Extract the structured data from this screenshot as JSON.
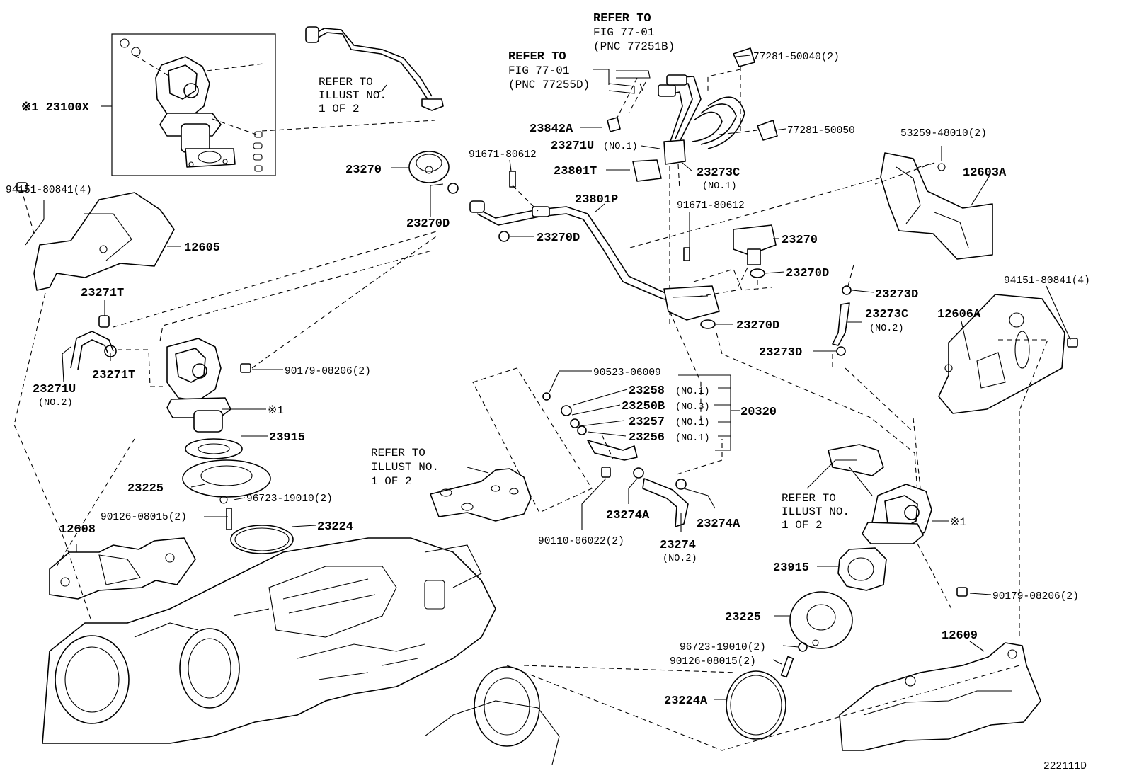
{
  "diagram_id": "222111D",
  "callouts": {
    "pump_assy_left": "※1 23100X",
    "refer_illust_top_l1": "REFER TO",
    "refer_illust_top_l2": "ILLUST NO.",
    "refer_illust_top_l3": "1 OF 2",
    "refer_fig_top_l1": "REFER TO",
    "refer_fig_top_l2": "FIG 77-01",
    "refer_fig_top_l3": "(PNC 77251B)",
    "refer_fig_mid_l1": "REFER TO",
    "refer_fig_mid_l2": "FIG 77-01",
    "refer_fig_mid_l3": "(PNC 77255D)",
    "p_77281_50040": "77281-50040(2)",
    "p_77281_50050": "77281-50050",
    "p_53259_48010": "53259-48010(2)",
    "p_12603A": "12603A",
    "p_23842A": "23842A",
    "p_23271U_no1": "23271U",
    "p_23271U_no1_sfx": "(NO.1)",
    "p_23801T": "23801T",
    "p_23273C_no1": "23273C",
    "p_23273C_no1_sfx": "(NO.1)",
    "p_23270_top": "23270",
    "p_91671_80612_top": "91671-80612",
    "p_23801P": "23801P",
    "p_23270D_a": "23270D",
    "p_23270D_b": "23270D",
    "p_94151_80841_left": "94151-80841(4)",
    "p_12605": "12605",
    "p_91671_80612_right": "91671-80612",
    "p_23270_right": "23270",
    "p_23270D_c": "23270D",
    "p_23273D_a": "23273D",
    "p_94151_80841_right": "94151-80841(4)",
    "p_23271T_top": "23271T",
    "p_12606A": "12606A",
    "p_23273C_no2": "23273C",
    "p_23273C_no2_sfx": "(NO.2)",
    "p_23270D_d": "23270D",
    "p_23273D_b": "23273D",
    "p_23271U_no2": "23271U",
    "p_23271U_no2_sfx": "(NO.2)",
    "p_23271T_bottom": "23271T",
    "p_90179_08206_left": "90179-08206(2)",
    "p_90523_06009": "90523-06009",
    "p_23258": "23258",
    "p_23258_sfx": "(NO.1)",
    "p_23250B": "23250B",
    "p_23250B_sfx": "(NO.3)",
    "p_20320": "20320",
    "p_23257": "23257",
    "p_23257_sfx": "(NO.1)",
    "p_23256": "23256",
    "p_23256_sfx": "(NO.1)",
    "mark_1_left": "※1",
    "p_23915_left": "23915",
    "refer_illust_mid_l1": "REFER TO",
    "refer_illust_mid_l2": "ILLUST NO.",
    "refer_illust_mid_l3": "1 OF 2",
    "p_23225_left": "23225",
    "p_96723_19010_left": "96723-19010(2)",
    "p_90126_08015_left": "90126-08015(2)",
    "p_23224": "23224",
    "p_12608": "12608",
    "p_23274A_left": "23274A",
    "p_23274A_right": "23274A",
    "p_90110_06022": "90110-06022(2)",
    "p_23274": "23274",
    "p_23274_sfx": "(NO.2)",
    "refer_illust_right_l1": "REFER TO",
    "refer_illust_right_l2": "ILLUST NO.",
    "refer_illust_right_l3": "1 OF 2",
    "mark_1_right": "※1",
    "p_23915_right": "23915",
    "p_90179_08206_right": "90179-08206(2)",
    "p_23225_right": "23225",
    "p_12609": "12609",
    "p_96723_19010_right": "96723-19010(2)",
    "p_90126_08015_right": "90126-08015(2)",
    "p_23224A": "23224A"
  }
}
